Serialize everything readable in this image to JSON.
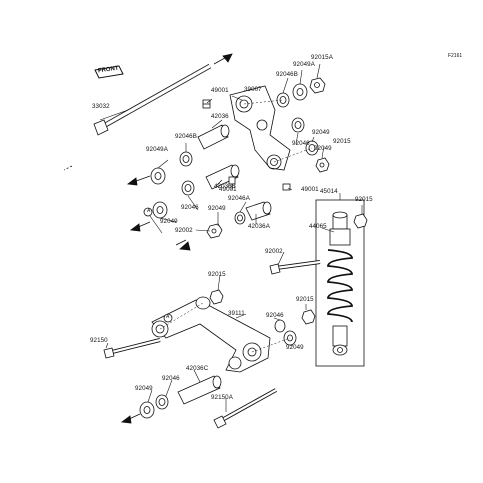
{
  "figure_id": "F2161",
  "front_tag": "FRONT",
  "labels": {
    "p92015A": "92015A",
    "p92049A_top": "92049A",
    "p92046B_top": "92046B",
    "p39007": "39007",
    "p49001_top": "49001",
    "p42036": "42036",
    "p33032": "33032",
    "p92046B_left": "92046B",
    "p92049A_left": "92049A",
    "p92049_r1": "92049",
    "p92015_r1": "92015",
    "p92046_r": "92046",
    "p92049_r2": "92049",
    "p42036B": "42036B",
    "p49001_mid": "49001",
    "p49001_right": "49001",
    "p92046A": "92046A",
    "p92049_mid": "92049",
    "p92046_left": "92046",
    "p42036A": "42036A",
    "p45014": "45014",
    "p92015_shock": "92015",
    "p92049_left": "92049",
    "p92002_left": "92002",
    "p44065": "44065",
    "p92002_mid": "92002",
    "p92015_link": "92015",
    "p39111": "39111",
    "p92015_shock2": "92015",
    "p92046_link": "92046",
    "p92049_link": "92049",
    "p92150": "92150",
    "p42036C": "42036C",
    "p92046_bot": "92046",
    "p92049_bot": "92049",
    "p92150A": "92150A",
    "circle_a": "A"
  },
  "colors": {
    "line": "#111111",
    "background": "#ffffff"
  }
}
